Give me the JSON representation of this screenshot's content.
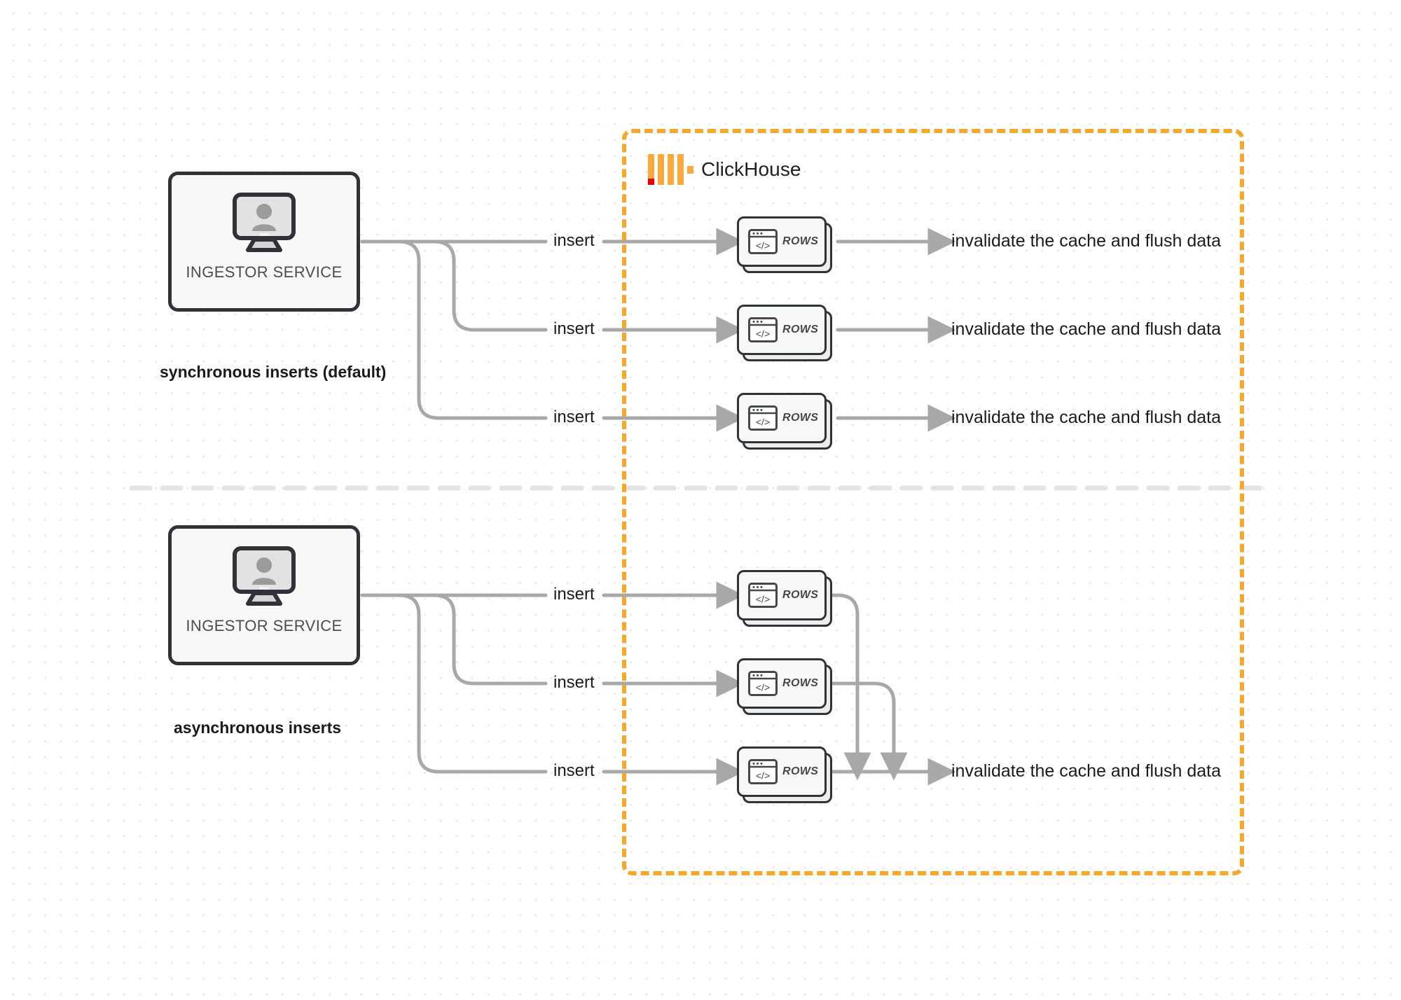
{
  "diagram": {
    "title": "ClickHouse synchronous vs asynchronous inserts",
    "colors": {
      "brand_orange": "#f7a72c",
      "logo_orange": "#faa93a",
      "logo_red": "#ee0000",
      "wire_gray": "#a8a8a8",
      "box_border": "#2f3337",
      "text_dark": "#1b1b1b"
    }
  },
  "clickhouse": {
    "label": "ClickHouse",
    "logo_icon": "clickhouse-bars-icon"
  },
  "sections": [
    {
      "id": "synchronous",
      "caption": "synchronous inserts (default)",
      "service": {
        "label": "INGESTOR SERVICE",
        "icon": "monitor-user-icon"
      },
      "rows": [
        {
          "insert_label": "insert",
          "card_label": "ROWS",
          "card_icon": "code-window-icon",
          "result_label": "invalidate the cache and flush data"
        },
        {
          "insert_label": "insert",
          "card_label": "ROWS",
          "card_icon": "code-window-icon",
          "result_label": "invalidate the cache and flush data"
        },
        {
          "insert_label": "insert",
          "card_label": "ROWS",
          "card_icon": "code-window-icon",
          "result_label": "invalidate the cache and flush data"
        }
      ]
    },
    {
      "id": "asynchronous",
      "caption": "asynchronous inserts",
      "service": {
        "label": "INGESTOR SERVICE",
        "icon": "monitor-user-icon"
      },
      "rows": [
        {
          "insert_label": "insert",
          "card_label": "ROWS",
          "card_icon": "code-window-icon"
        },
        {
          "insert_label": "insert",
          "card_label": "ROWS",
          "card_icon": "code-window-icon"
        },
        {
          "insert_label": "insert",
          "card_label": "ROWS",
          "card_icon": "code-window-icon"
        }
      ],
      "result_label": "invalidate the cache and flush data"
    }
  ]
}
